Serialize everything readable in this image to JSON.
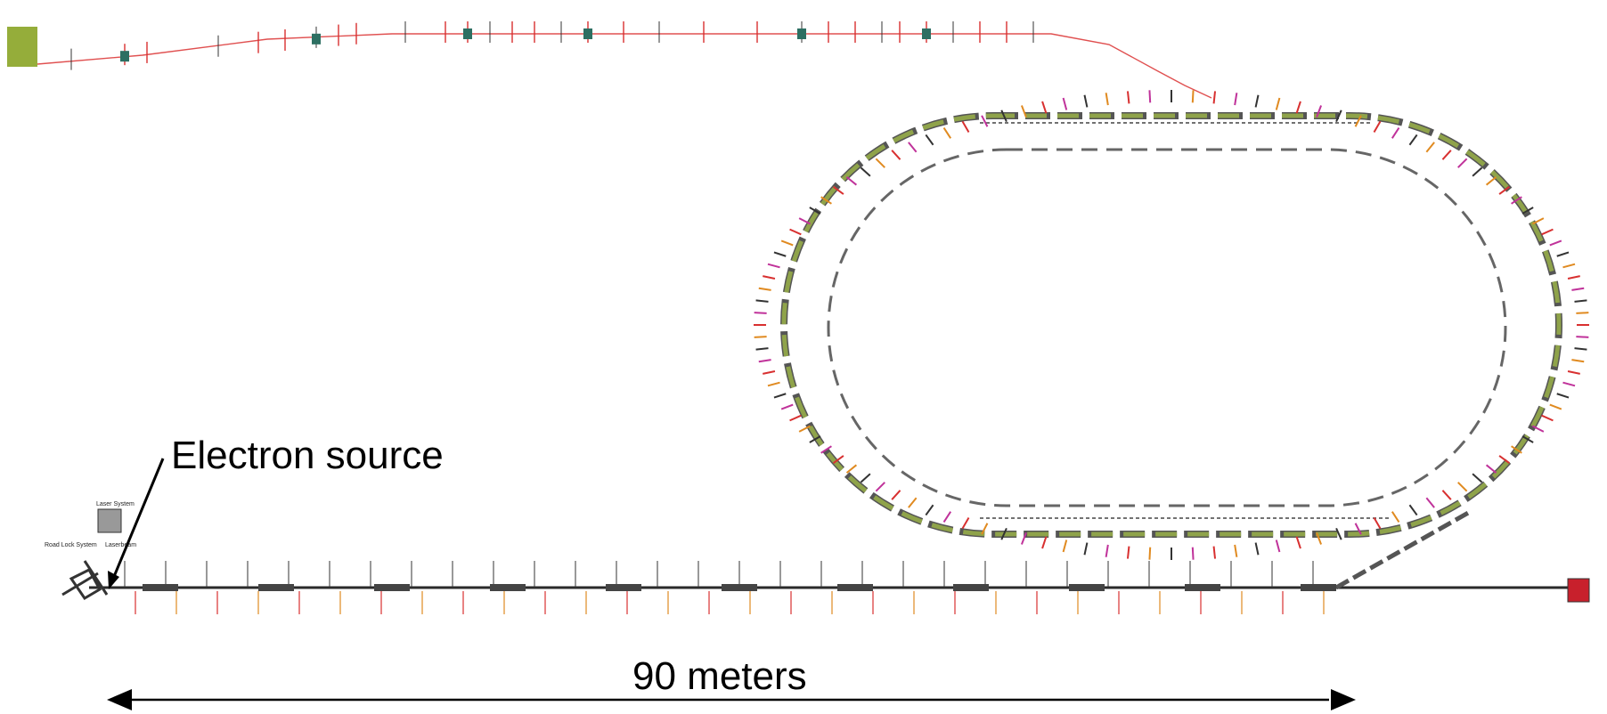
{
  "annotations": {
    "electron_source": "Electron source",
    "distance": "90 meters",
    "laser_system": "Laser System",
    "load_lock_system": "Road Lock System",
    "laser_beam": "Laserbeam"
  },
  "colors": {
    "top_beamline": "#e05050",
    "ring_magnet": "#8fa34a",
    "linac_line": "#2a2a2a",
    "source_block": "#95ad3a",
    "dump_block": "#c8202c",
    "label_red": "#d83030",
    "label_magenta": "#c0329a",
    "label_orange": "#e08a20"
  }
}
